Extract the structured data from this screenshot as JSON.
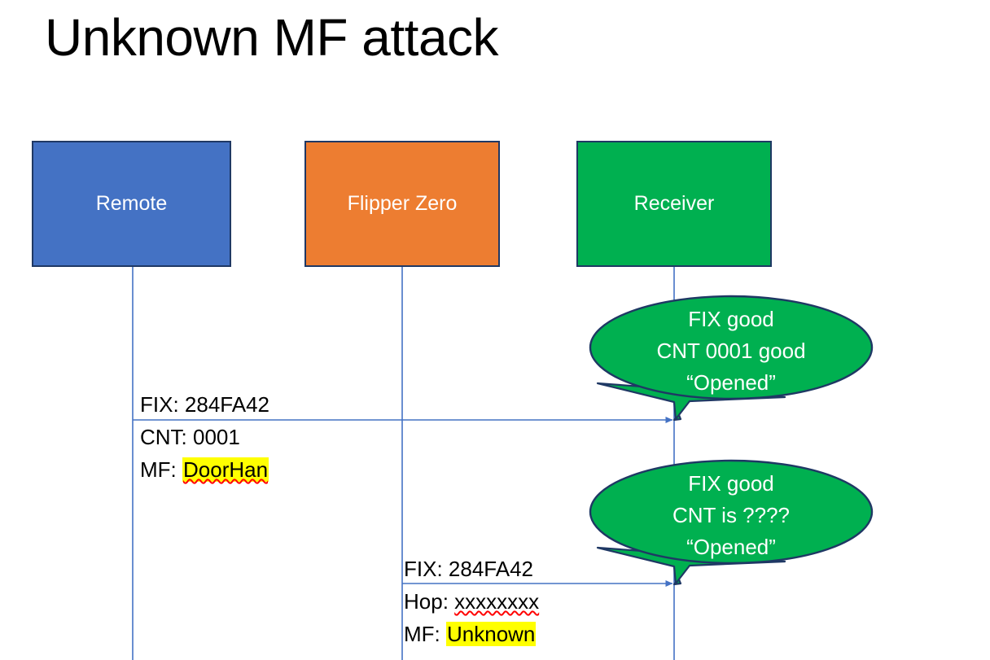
{
  "slide": {
    "title": "Unknown MF attack",
    "background": "#ffffff"
  },
  "colors": {
    "remote_fill": "#4472C4",
    "flipper_fill": "#ED7D31",
    "receiver_fill": "#00B050",
    "box_border": "#1F3864",
    "balloon_fill": "#00B050",
    "balloon_border": "#1F3864",
    "lifeline": "#4472C4",
    "arrow": "#4472C4",
    "highlight": "#FFFF00",
    "spellcheck_underline": "#FF0000",
    "text_dark": "#000000",
    "text_light": "#FFFFFF"
  },
  "actors": [
    {
      "id": "remote",
      "label": "Remote"
    },
    {
      "id": "flipper",
      "label": "Flipper Zero"
    },
    {
      "id": "receiver",
      "label": "Receiver"
    }
  ],
  "messages": {
    "remote_to_receiver": {
      "line1": "FIX: 284FA42",
      "line2": "CNT: 0001",
      "line3_label": "MF: ",
      "line3_value": "DoorHan"
    },
    "flipper_to_receiver": {
      "line1": "FIX: 284FA42",
      "line2_label": "Hop: ",
      "line2_value": "xxxxxxxx",
      "line3_label": "MF: ",
      "line3_value": "Unknown"
    }
  },
  "balloons": [
    {
      "id": "balloon-1",
      "line1": "FIX good",
      "line2": "CNT 0001 good",
      "line3": "“Opened”"
    },
    {
      "id": "balloon-2",
      "line1": "FIX good",
      "line2": "CNT is ????",
      "line3": "“Opened”"
    }
  ]
}
